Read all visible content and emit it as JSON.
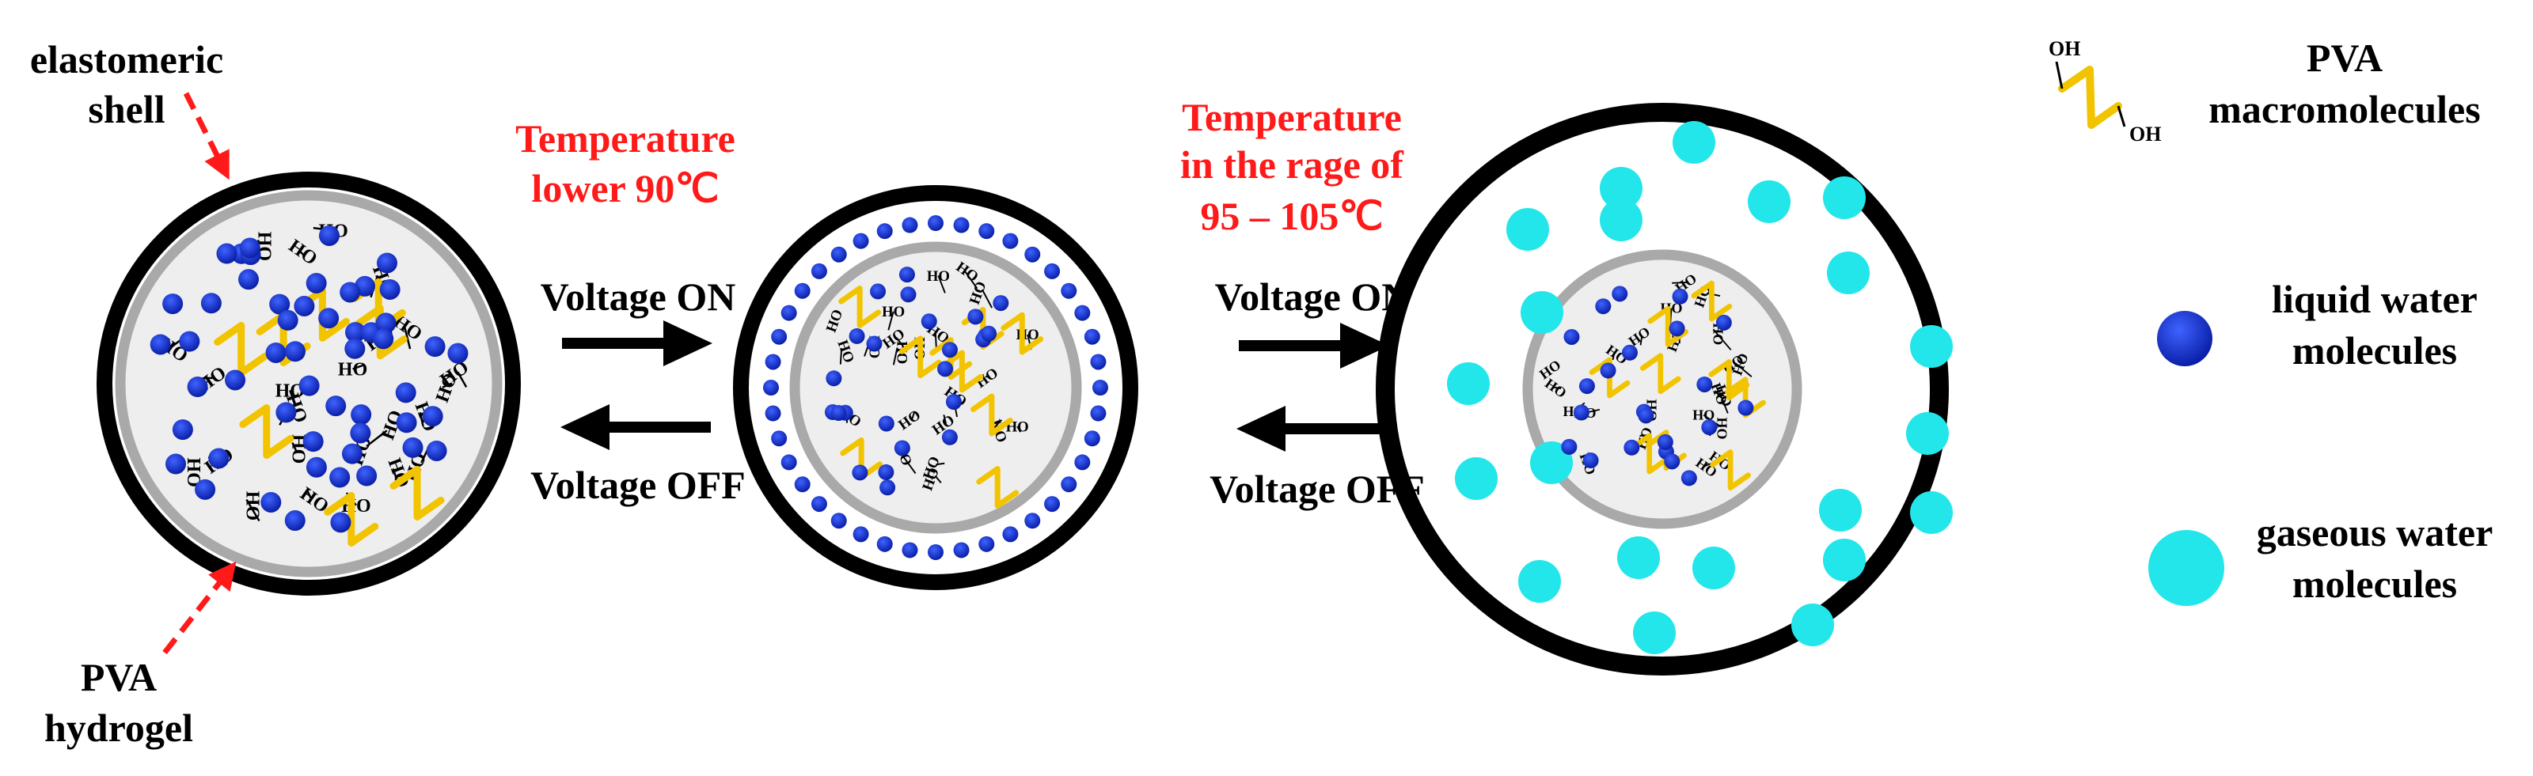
{
  "labels": {
    "shell_line1": "elastomeric",
    "shell_line2": "shell",
    "hydrogel_line1": "PVA",
    "hydrogel_line2": "hydrogel",
    "temp1_line1": "Temperature",
    "temp1_line2": "lower 90℃",
    "temp2_line1": "Temperature",
    "temp2_line2": "in the rage of",
    "temp2_line3": "95 – 105℃",
    "voltage_on_1": "Voltage ON",
    "voltage_off_1": "Voltage OFF",
    "voltage_on_2": "Voltage ON",
    "voltage_off_2": "Voltage OFF"
  },
  "legend": {
    "pva_line1": "PVA",
    "pva_line2": "macromolecules",
    "oh_top": "OH",
    "oh_bottom": "OH",
    "liquid_line1": "liquid water",
    "liquid_line2": "molecules",
    "gas_line1": "gaseous water",
    "gas_line2": "molecules"
  },
  "hydroxyl_label": "HO",
  "colors": {
    "shell": "#000000",
    "gel_rim": "#a9a9a9",
    "gel_fill": "#eeeeee",
    "pva_chain": "#f2c400",
    "liquid_water": "#1233cc",
    "gaseous_water": "#22e6ea",
    "accent_text": "#ff1a1a",
    "arrow": "#000000"
  }
}
